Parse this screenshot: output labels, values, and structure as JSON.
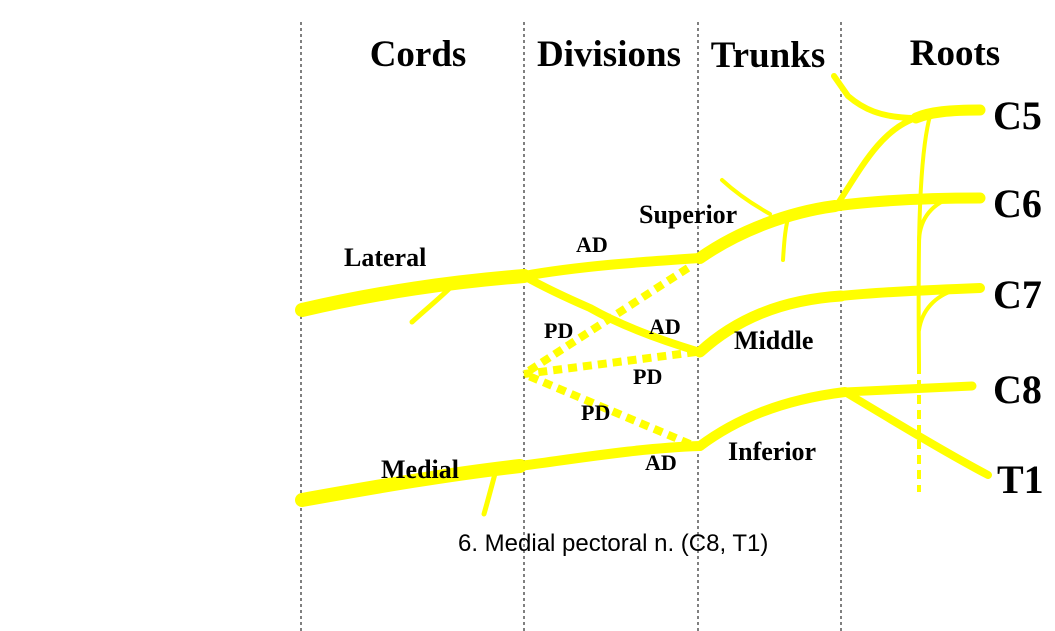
{
  "headers": {
    "cords": "Cords",
    "divisions": "Divisions",
    "trunks": "Trunks",
    "roots": "Roots"
  },
  "roots": [
    "C5",
    "C6",
    "C7",
    "C8",
    "T1"
  ],
  "cords": {
    "lateral": "Lateral",
    "medial": "Medial"
  },
  "trunks": {
    "superior": "Superior",
    "middle": "Middle",
    "inferior": "Inferior"
  },
  "divisions": {
    "ad_lateral": "AD",
    "ad_middle": "AD",
    "ad_inferior": "AD",
    "pd_superior": "PD",
    "pd_middle": "PD",
    "pd_inferior": "PD"
  },
  "caption": "6.  Medial pectoral n. (C8, T1)",
  "colors": {
    "nerve": "#ffff00",
    "text": "#000000",
    "background": "#ffffff"
  }
}
